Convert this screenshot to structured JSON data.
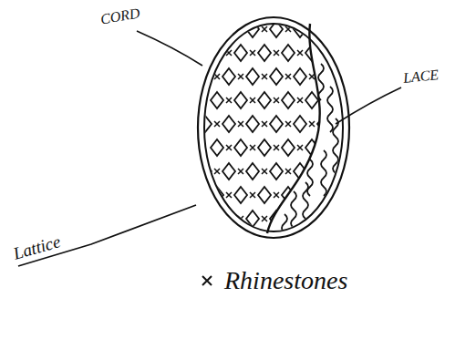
{
  "diagram": {
    "labels": [
      "CORD",
      "LACE",
      "Lattice"
    ],
    "legend": [
      {
        "text": "Rhinestones"
      }
    ]
  }
}
